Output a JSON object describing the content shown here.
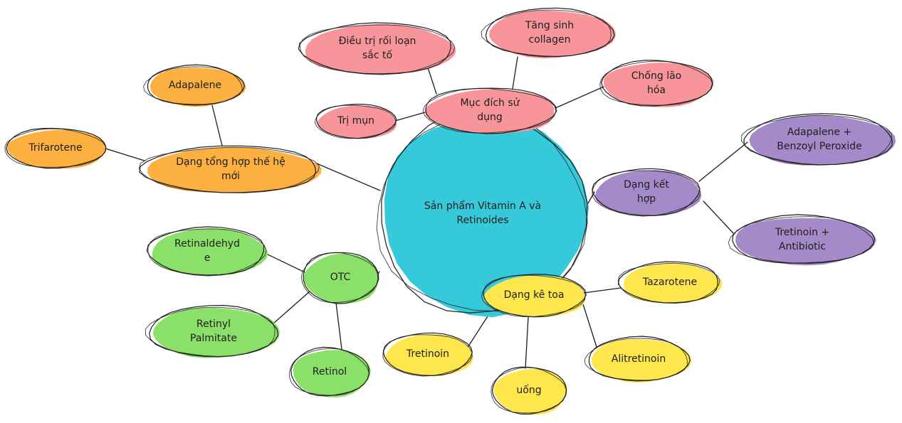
{
  "colors": {
    "root": "#36c9d9",
    "purpose": "#f7959b",
    "new_generation": "#fbb040",
    "combination": "#a58ac9",
    "prescription": "#fde74c",
    "otc": "#8be06a",
    "line": "#1e1e1e"
  },
  "root": {
    "label": [
      "Sản phẩm Vitamin A và",
      "Retinoides"
    ]
  },
  "purpose": {
    "label": [
      "Mục đích sử",
      "dụng"
    ],
    "children": [
      {
        "key": "pigment",
        "label": [
          "Điều trị rối loạn",
          "sắc tố"
        ]
      },
      {
        "key": "collagen",
        "label": [
          "Tăng sinh",
          "collagen"
        ]
      },
      {
        "key": "antiaging",
        "label": [
          "Chống lão",
          "hóa"
        ]
      },
      {
        "key": "acne",
        "label": [
          "Trị mụn"
        ]
      }
    ]
  },
  "new_generation": {
    "label": [
      "Dạng tổng hợp thế hệ",
      "mới"
    ],
    "children": [
      {
        "key": "adapalene",
        "label": [
          "Adapalene"
        ]
      },
      {
        "key": "trifarotene",
        "label": [
          "Trifarotene"
        ]
      }
    ]
  },
  "combination": {
    "label": [
      "Dạng kết",
      "hợp"
    ],
    "children": [
      {
        "key": "adapalene-bpo",
        "label": [
          "Adapalene +",
          "Benzoyl Peroxide"
        ]
      },
      {
        "key": "tretinoin-antibiotic",
        "label": [
          "Tretinoin +",
          "Antibiotic"
        ]
      }
    ]
  },
  "otc": {
    "label": [
      "OTC"
    ],
    "children": [
      {
        "key": "retinaldehyde",
        "label": [
          "Retinaldehyd",
          "e"
        ]
      },
      {
        "key": "retinyl-palmitate",
        "label": [
          "Retinyl",
          "Palmitate"
        ]
      },
      {
        "key": "retinol",
        "label": [
          "Retinol"
        ]
      }
    ]
  },
  "prescription": {
    "label": [
      "Dạng kê toa"
    ],
    "children": [
      {
        "key": "tazarotene",
        "label": [
          "Tazarotene"
        ]
      },
      {
        "key": "alitretinoin",
        "label": [
          "Alitretinoin"
        ]
      },
      {
        "key": "oral",
        "label": [
          "uống"
        ]
      },
      {
        "key": "tretinoin",
        "label": [
          "Tretinoin"
        ]
      }
    ]
  }
}
